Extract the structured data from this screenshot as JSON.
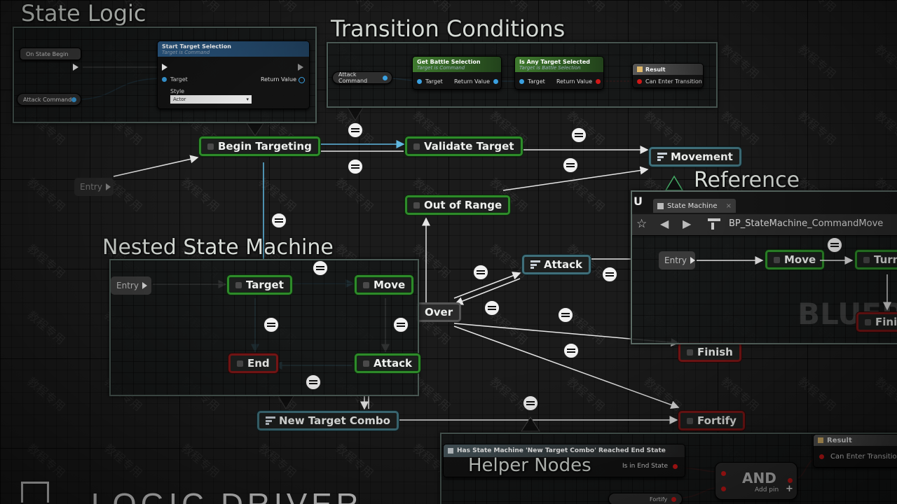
{
  "section_titles": {
    "state_logic": "State Logic",
    "transition_conditions": "Transition Conditions",
    "nested_state_machine": "Nested State Machine",
    "reference": "Reference",
    "helper_nodes": "Helper Nodes",
    "logo_text": "LOGIC DRIVER"
  },
  "state_logic_panel": {
    "event_node": "On State Begin",
    "function_node_title": "Start Target Selection",
    "function_node_subtitle": "Target is Command",
    "pin_target": "Target",
    "pin_return": "Return Value",
    "pin_style": "Style",
    "style_value": "Actor",
    "variable_node": "Attack Command"
  },
  "transition_panel": {
    "variable_node": "Attack Command",
    "node1_title": "Get Battle Selection",
    "node1_subtitle": "Target is Command",
    "node2_title": "Is Any Target Selected",
    "node2_subtitle": "Target is Battle Selection",
    "pin_target": "Target",
    "pin_return": "Return Value",
    "result_title": "Result",
    "result_pin": "Can Enter Transition"
  },
  "states": {
    "entry_main": "Entry",
    "begin_targeting": "Begin Targeting",
    "validate_target": "Validate Target",
    "movement": "Movement",
    "out_of_range": "Out of Range",
    "attack": "Attack",
    "over": "Over",
    "finish": "Finish",
    "fortify": "Fortify",
    "new_target_combo": "New Target Combo"
  },
  "nested_panel": {
    "entry": "Entry",
    "target": "Target",
    "move": "Move",
    "attack": "Attack",
    "end": "End"
  },
  "reference_panel": {
    "tab_label": "State Machine",
    "asset_path": "BP_StateMachine_CommandMove",
    "entry": "Entry",
    "move": "Move",
    "turn": "Turn T",
    "finish": "Finish",
    "watermark": "BLUEP"
  },
  "helper_panel": {
    "node_title": "Has State Machine 'New Target Combo' Reached End State",
    "pin_is_in_end": "Is in End State",
    "and_label": "AND",
    "add_pin": "Add pin",
    "fortify_pill": "Fortify",
    "result_title": "Result",
    "result_pin": "Can Enter Transition"
  },
  "colors": {
    "green_state_border": "#2e8b2a",
    "red_state_border": "#7a1616",
    "teal_state_border": "#3f6f7a",
    "wire_white": "#e6e6e6",
    "wire_blue": "#5fb8e0",
    "exec_pin": "#ffffff",
    "bool_pin": "#d21818",
    "object_pin": "#3aa0e0"
  },
  "watermark_text": "教程专用"
}
